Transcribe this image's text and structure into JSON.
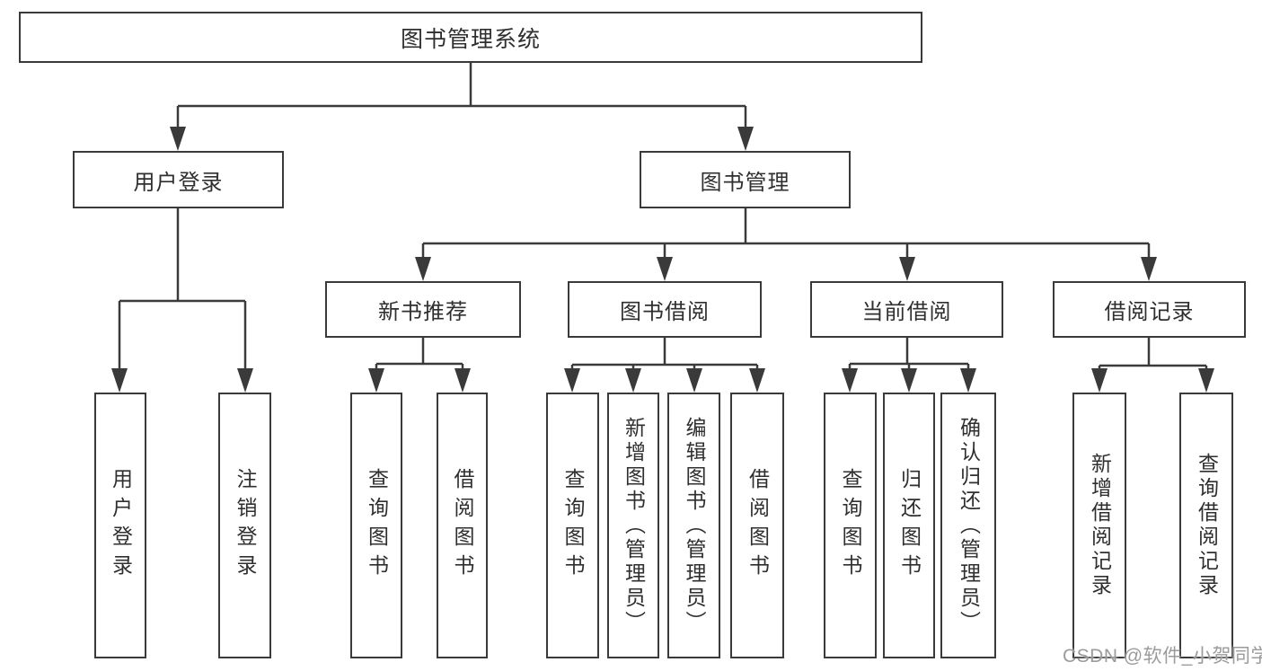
{
  "tree": {
    "root": {
      "label": "图书管理系统"
    },
    "branches": [
      {
        "label": "用户登录",
        "children": [
          {
            "label": "用户登录"
          },
          {
            "label": "注销登录"
          }
        ]
      },
      {
        "label": "图书管理",
        "children": [
          {
            "label": "新书推荐",
            "children": [
              {
                "label": "查询图书"
              },
              {
                "label": "借阅图书"
              }
            ]
          },
          {
            "label": "图书借阅",
            "children": [
              {
                "label": "查询图书"
              },
              {
                "label": "新增图书（管理员）"
              },
              {
                "label": "编辑图书（管理员）"
              },
              {
                "label": "借阅图书"
              }
            ]
          },
          {
            "label": "当前借阅",
            "children": [
              {
                "label": "查询图书"
              },
              {
                "label": "归还图书"
              },
              {
                "label": "确认归还（管理员）"
              }
            ]
          },
          {
            "label": "借阅记录",
            "children": [
              {
                "label": "新增借阅记录"
              },
              {
                "label": "查询借阅记录"
              }
            ]
          }
        ]
      }
    ]
  },
  "watermark": {
    "text": "CSDN @软件_小贺同学"
  },
  "colors": {
    "line": "#3a3a3a",
    "node_border": "#3a3a3a",
    "node_text": "#2f2f2f",
    "background": "#ffffff",
    "watermark_text": "#9b9b9b"
  }
}
